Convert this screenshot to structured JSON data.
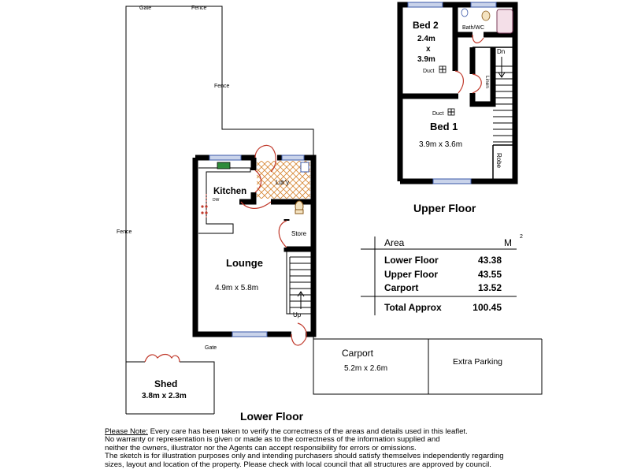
{
  "labels": {
    "gate_top": "Gate",
    "fence_top": "Fence",
    "fence_mid": "Fence",
    "fence_left": "Fence",
    "gate_bottom": "Gate",
    "kitchen": "Kitchen",
    "dw": "DW",
    "laundry": "Ldr'y",
    "store": "Store",
    "lounge": "Lounge",
    "lounge_size": "4.9m x 5.8m",
    "up": "Up",
    "shed": "Shed",
    "shed_size": "3.8m x 2.3m",
    "lower_floor": "Lower Floor",
    "carport": "Carport",
    "carport_size": "5.2m x 2.6m",
    "extra_parking": "Extra Parking",
    "bed2": "Bed 2",
    "bed2_w": "2.4m",
    "bed2_x": "x",
    "bed2_h": "3.9m",
    "duct1": "Duct",
    "bathwc": "Bath/WC",
    "dn": "Dn",
    "linen": "Linen",
    "duct2": "Duct",
    "bed1": "Bed 1",
    "bed1_size": "3.9m x 3.6m",
    "robe": "Robe",
    "upper_floor": "Upper Floor"
  },
  "area_table": {
    "header_label": "Area",
    "header_unit": "M",
    "header_sup": "2",
    "rows": [
      {
        "label": "Lower Floor",
        "value": "43.38"
      },
      {
        "label": "Upper Floor",
        "value": "43.55"
      },
      {
        "label": "Carport",
        "value": "13.52"
      }
    ],
    "total_label": "Total Approx",
    "total_value": "100.45"
  },
  "note": {
    "title": "Please Note:",
    "line1": " Every care has been taken to verify the correctness of the areas and details used in this leaflet.",
    "line2": "No warranty or representation is given or made as to the correctness of the information supplied and",
    "line3": "neither the owners, illustrator nor the Agents can accept responsibility for errors or omissions.",
    "line4": "The sketch is for illustration purposes only and intending purchasers should satisfy themselves independently regarding",
    "line5": "sizes, layout and location of the property. Please check with local council that all structures are approved by council."
  },
  "colors": {
    "window_fill": "#c9d3ea",
    "window_stroke": "#3b58a8",
    "door_swing": "#c0392b",
    "laundry_floor": "#d88a3a",
    "sink_green": "#2e8b3a"
  }
}
